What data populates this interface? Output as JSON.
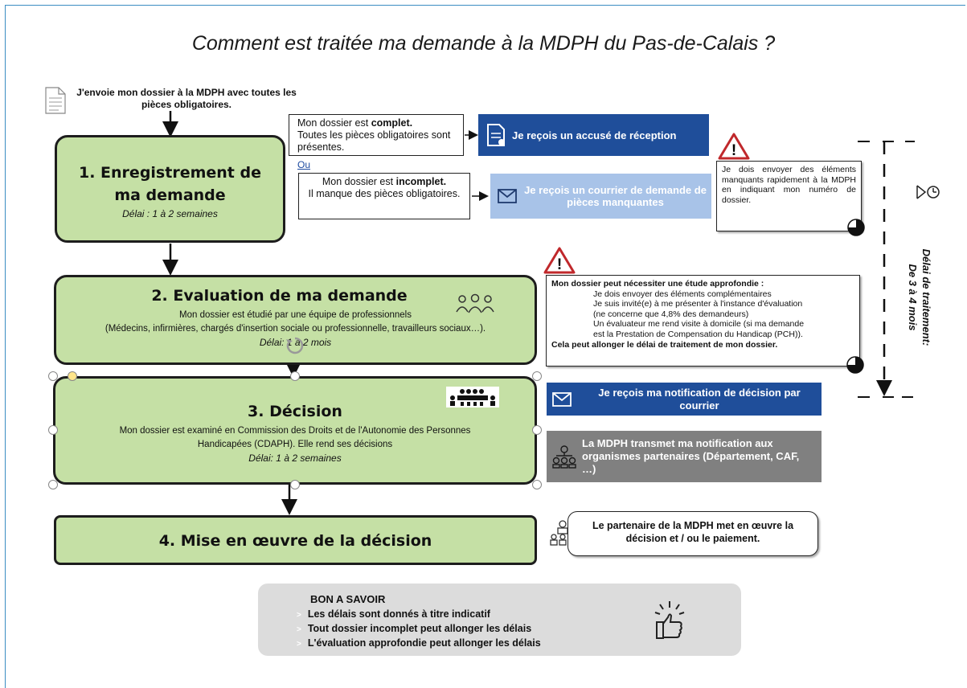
{
  "title": "Comment est traitée ma demande à la MDPH du Pas-de-Calais ?",
  "intro": "J'envoie mon dossier à la MDPH avec toutes les pièces obligatoires.",
  "or_label": "Ou",
  "steps": [
    {
      "name": "1. Enregistrement de ma demande",
      "delay": "Délai : 1 à 2 semaines"
    },
    {
      "name": "2. Evaluation de ma demande",
      "desc1": "Mon dossier est étudié par une équipe de professionnels",
      "desc2": "(Médecins, infirmières, chargés d'insertion sociale ou professionnelle, travailleurs sociaux…).",
      "delay": "Délai: 1 à 2 mois"
    },
    {
      "name": "3. Décision",
      "desc1": "Mon dossier est examiné en Commission des Droits et de l'Autonomie des Personnes",
      "desc2": "Handicapées (CDAPH). Elle rend ses décisions",
      "delay": "Délai: 1 à 2 semaines"
    },
    {
      "name": "4. Mise en œuvre de la décision"
    }
  ],
  "complete": {
    "pre": "Mon dossier est ",
    "strong": "complet.",
    "rest": "Toutes les pièces obligatoires sont présentes."
  },
  "incomplete": {
    "pre": "Mon dossier est ",
    "strong": "incomplet.",
    "rest": "Il manque des pièces obligatoires."
  },
  "receipt": "Je reçois un accusé de réception",
  "missing_letter": "Je reçois un courrier de demande de pièces manquantes",
  "warn1": "Je dois envoyer des éléments manquants rapidement à la MDPH en indiquant mon numéro de dossier.",
  "warn2": {
    "head": "Mon dossier peut nécessiter une étude approfondie :",
    "l1": "Je dois envoyer des éléments complémentaires",
    "l2": "Je suis invité(e) à me présenter à l'instance d'évaluation",
    "l3": "(ne concerne que 4,8% des demandeurs)",
    "l4": "Un évaluateur me rend visite à domicile (si ma demande",
    "l5": "est la Prestation de Compensation du Handicap (PCH)).",
    "foot": "Cela peut allonger le délai de traitement de mon dossier."
  },
  "notification": "Je reçois ma notification de décision par courrier",
  "transmit": "La MDPH transmet ma notification aux organismes partenaires (Département, CAF, …)",
  "partner": "Le partenaire de la MDPH met en œuvre la décision et / ou le paiement.",
  "delay_label": "Délai de traitement:",
  "delay_value": "De 3 à 4 mois",
  "good_to_know": {
    "title": "BON A SAVOIR",
    "items": [
      "Les délais sont donnés à titre indicatif",
      "Tout dossier incomplet peut allonger les délais",
      "L'évaluation approfondie peut allonger les délais"
    ]
  },
  "colors": {
    "step_fill": "#c5e0a5",
    "dark_blue": "#1f4e9a",
    "light_blue": "#a8c3e8",
    "grey": "#808080",
    "warning_red": "#c0282b"
  }
}
